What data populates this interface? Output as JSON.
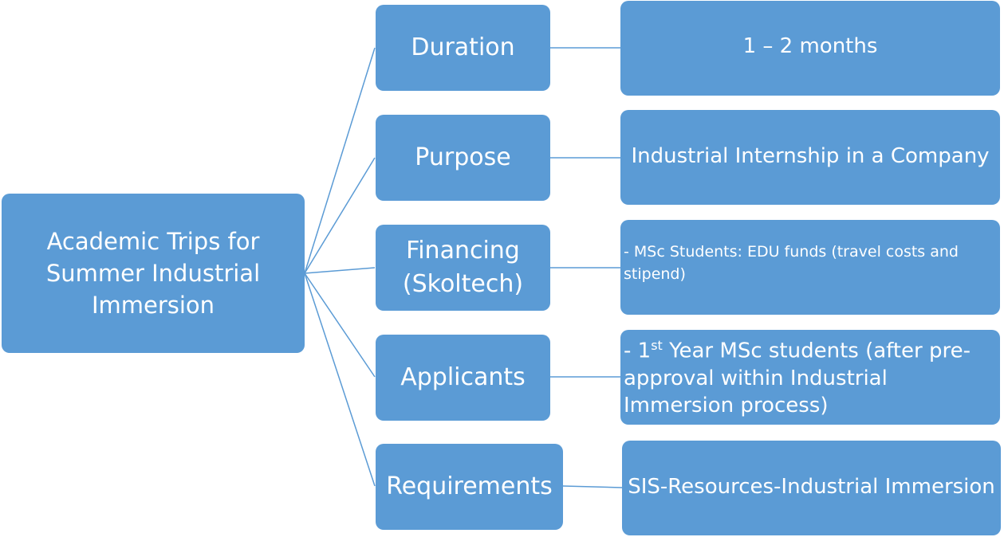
{
  "root": {
    "label": "Academic Trips for Summer Industrial Immersion"
  },
  "branches": [
    {
      "category": "Duration",
      "detail": "1 – 2 months"
    },
    {
      "category": "Purpose",
      "detail": "Industrial Internship in a Company"
    },
    {
      "category": "Financing (Skoltech)",
      "detail": "- MSc Students: EDU funds (travel costs and stipend)"
    },
    {
      "category": "Applicants",
      "detail_prefix": "- 1",
      "detail_sup": "st",
      "detail_rest": " Year MSc students (after pre-approval within Industrial Immersion process)"
    },
    {
      "category": "Requirements",
      "detail": "SIS-Resources-Industrial Immersion"
    }
  ],
  "colors": {
    "box_fill": "#5b9bd5",
    "connector": "#5b9bd5",
    "text": "#ffffff"
  }
}
